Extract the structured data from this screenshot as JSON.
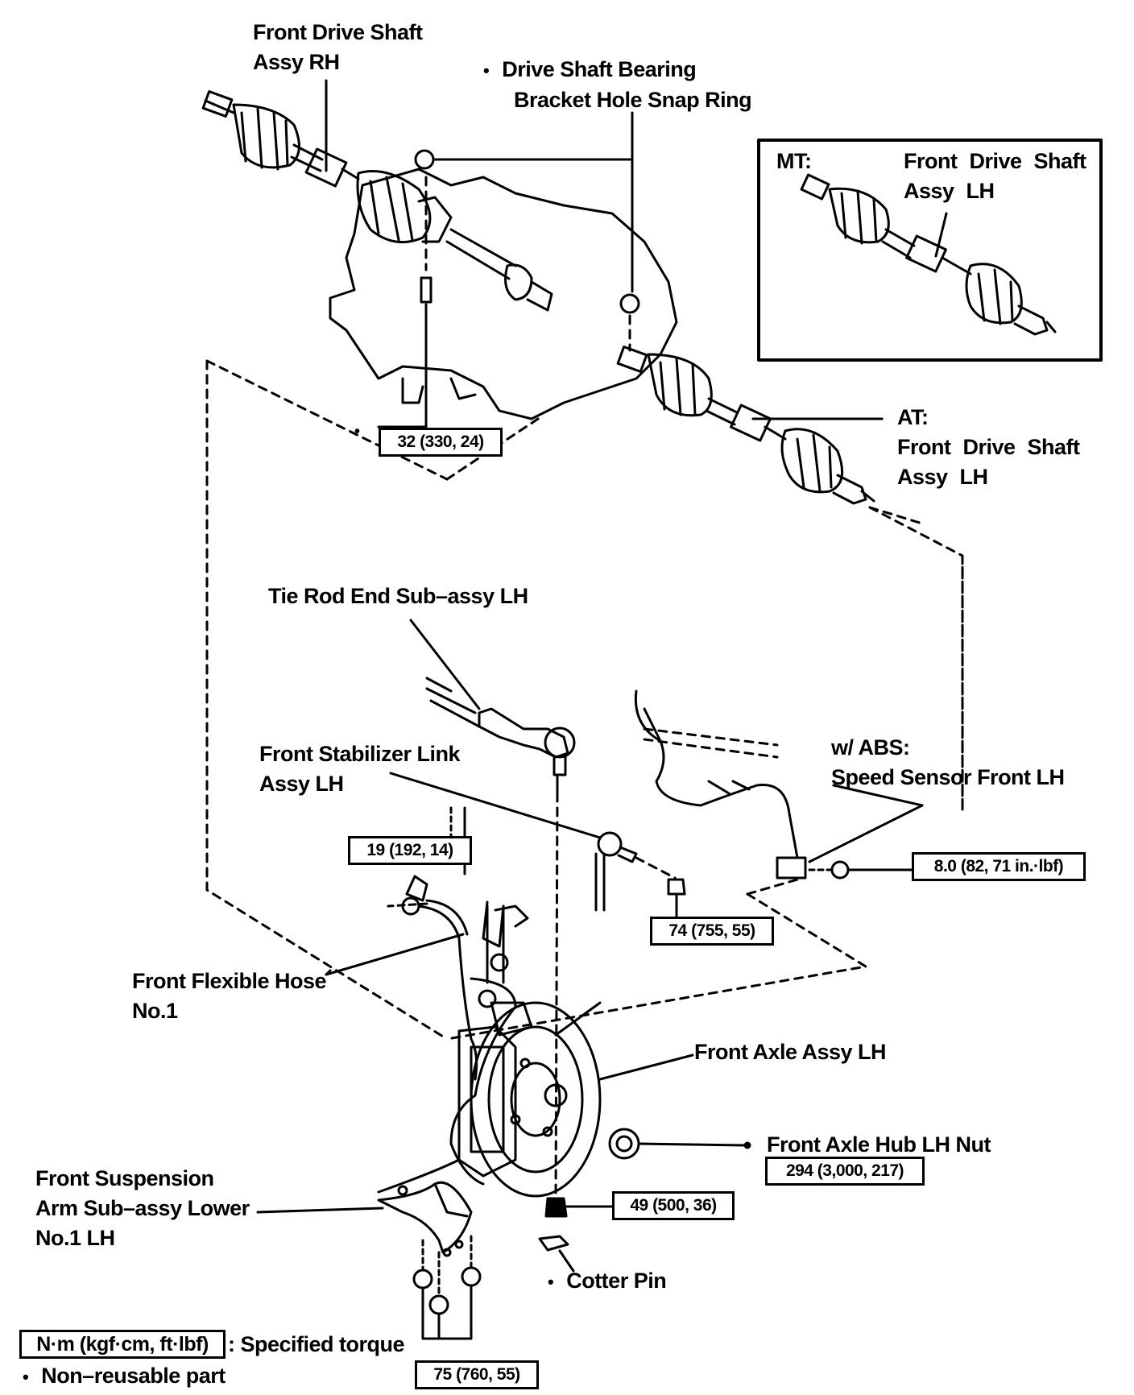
{
  "labels": {
    "drive_shaft_rh": [
      "Front Drive Shaft",
      "Assy RH"
    ],
    "snap_ring": [
      "Drive Shaft Bearing",
      "Bracket Hole Snap Ring"
    ],
    "mt_prefix": "MT:",
    "mt_drive_shaft_lh": [
      "Front Drive Shaft",
      "Assy LH"
    ],
    "at_drive_shaft_lh": [
      "AT:",
      "Front Drive Shaft",
      "Assy LH"
    ],
    "tie_rod_end": "Tie Rod End Sub–assy LH",
    "stabilizer_link": [
      "Front Stabilizer Link",
      "Assy LH"
    ],
    "speed_sensor": [
      "w/ ABS:",
      "Speed Sensor Front LH"
    ],
    "flexible_hose": [
      "Front Flexible Hose",
      "No.1"
    ],
    "front_axle": "Front Axle Assy LH",
    "hub_nut": "Front Axle Hub LH Nut",
    "suspension_arm": [
      "Front Suspension",
      "Arm Sub–assy Lower",
      "No.1 LH"
    ],
    "cotter_pin": "Cotter Pin"
  },
  "torques": {
    "t32": "32 (330, 24)",
    "t19": "19 (192, 14)",
    "t74": "74 (755, 55)",
    "t8": "8.0 (82, 71 in.·lbf)",
    "t294": "294 (3,000, 217)",
    "t49": "49 (500, 36)",
    "t75": "75 (760, 55)"
  },
  "legend": {
    "torque_unit_box": "N·m (kgf·cm, ft·lbf)",
    "torque_desc": ": Specified torque",
    "nonreusable": "Non–reusable part"
  },
  "symbols": {
    "nonreusable_marker": "•"
  }
}
